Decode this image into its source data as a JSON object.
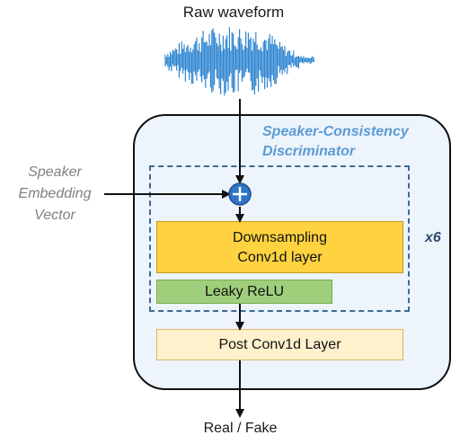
{
  "input_label": "Raw waveform",
  "discriminator": {
    "title_line1": "Speaker-Consistency",
    "title_line2": "Discriminator"
  },
  "repeat_label": "x6",
  "downsampling": {
    "line1": "Downsampling",
    "line2": "Conv1d layer"
  },
  "activation_label": "Leaky ReLU",
  "post_layer_label": "Post Conv1d Layer",
  "speaker_embedding": {
    "line1": "Speaker",
    "line2": "Embedding",
    "line3": "Vector"
  },
  "output_label": "Real / Fake",
  "colors": {
    "waveform": "#2f86d1",
    "discriminator_title": "#5a9bd5",
    "dashed_border": "#3e6a96",
    "downsampling_fill": "#ffd23f",
    "leaky_relu_fill": "#9fcf7b",
    "post_layer_fill": "#fff1cc",
    "add_node_fill": "#2e75c8"
  },
  "icons": {
    "add_node": "plus-circle-icon",
    "waveform": "waveform-icon"
  }
}
